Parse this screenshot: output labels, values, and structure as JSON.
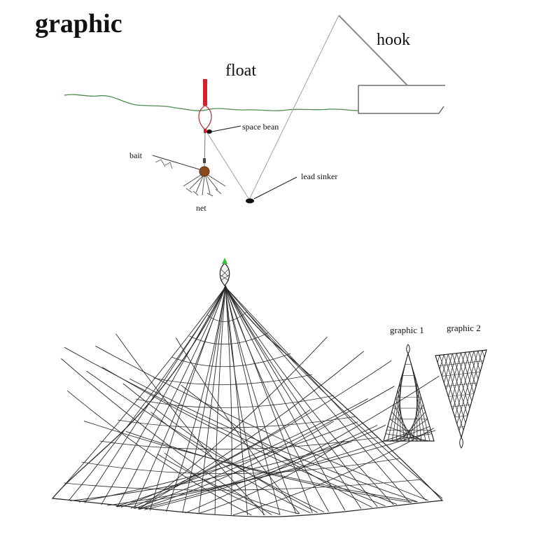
{
  "title": "graphic",
  "labels": {
    "float": "float",
    "hook": "hook",
    "space_bean": "space bean",
    "bait": "bait",
    "lead_sinker": "lead sinker",
    "net": "net",
    "graphic_1": "graphic 1",
    "graphic_2": "graphic 2"
  },
  "colors": {
    "float": "#d9202a",
    "water": "#4f8a4f",
    "bait": "#8b4a1c",
    "lines": "#9a9a9a",
    "net": "#2b2b2b",
    "tip": "#2fc23a"
  }
}
